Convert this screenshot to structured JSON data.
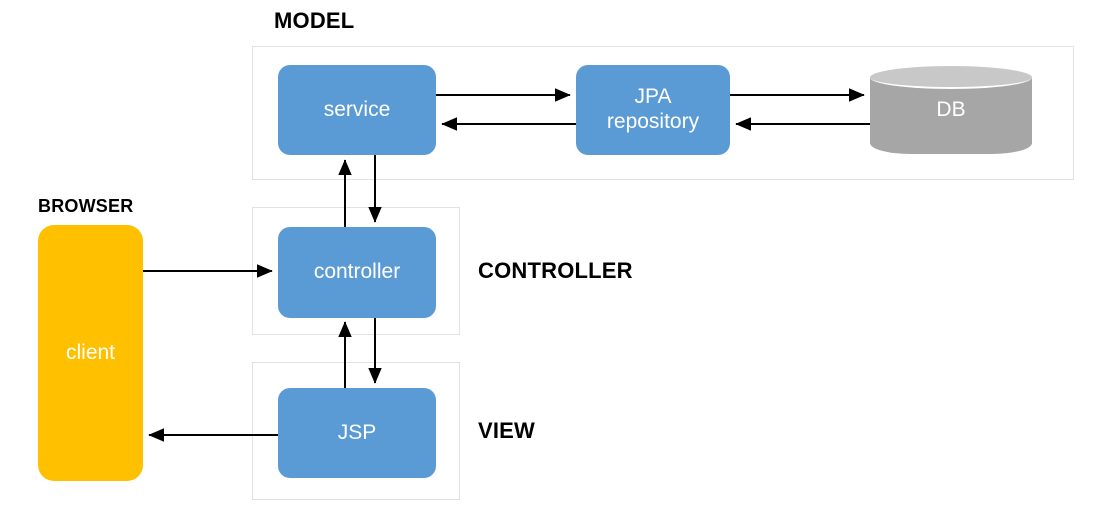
{
  "diagram": {
    "title_visible": false,
    "colors": {
      "node_blue": "#5b9bd5",
      "node_yellow": "#ffc000",
      "db_gray": "#a6a6a6",
      "db_gray_top": "#c8c8c8",
      "group_border": "#e2e2e2",
      "arrow": "#000000",
      "node_text": "#ffffff",
      "label_text": "#000000"
    },
    "sections": {
      "model": "MODEL",
      "browser": "BROWSER",
      "controller": "CONTROLLER",
      "view": "VIEW"
    },
    "nodes": {
      "service": "service",
      "jpa_repository_line1": "JPA",
      "jpa_repository_line2": "repository",
      "db": "DB",
      "controller": "controller",
      "jsp": "JSP",
      "client": "client"
    },
    "connections": [
      {
        "from": "client",
        "to": "controller",
        "direction": "right"
      },
      {
        "from": "jsp",
        "to": "client",
        "direction": "left"
      },
      {
        "from": "controller",
        "to": "service",
        "direction": "up"
      },
      {
        "from": "service",
        "to": "controller",
        "direction": "down"
      },
      {
        "from": "jsp",
        "to": "controller",
        "direction": "up"
      },
      {
        "from": "controller",
        "to": "jsp",
        "direction": "down"
      },
      {
        "from": "service",
        "to": "jpa_repository",
        "direction": "right"
      },
      {
        "from": "jpa_repository",
        "to": "service",
        "direction": "left"
      },
      {
        "from": "jpa_repository",
        "to": "db",
        "direction": "right"
      },
      {
        "from": "db",
        "to": "jpa_repository",
        "direction": "left"
      }
    ]
  }
}
